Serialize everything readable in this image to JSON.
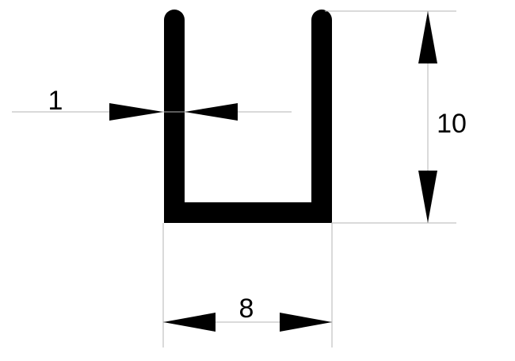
{
  "diagram": {
    "labels": {
      "thickness": "1",
      "height": "10",
      "width": "8"
    },
    "colors": {
      "profile": "#000000",
      "dimension_line": "#b4b4b4",
      "arrow": "#000000",
      "background": "#ffffff"
    }
  }
}
